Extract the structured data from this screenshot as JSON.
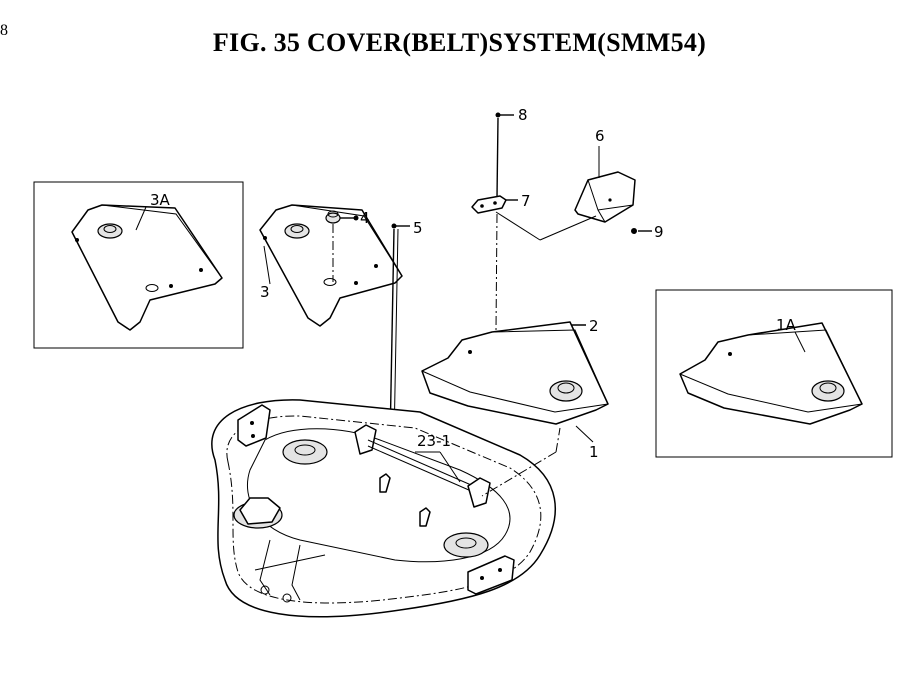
{
  "page_number": "8",
  "title": "FIG. 35  COVER(BELT)SYSTEM(SMM54)",
  "callouts": {
    "c1": "1",
    "c1a": "1A",
    "c2": "2",
    "c3": "3",
    "c3a": "3A",
    "c4": "4",
    "c5": "5",
    "c6": "6",
    "c7": "7",
    "c8": "8",
    "c9": "9",
    "c23_1": "23-1"
  }
}
